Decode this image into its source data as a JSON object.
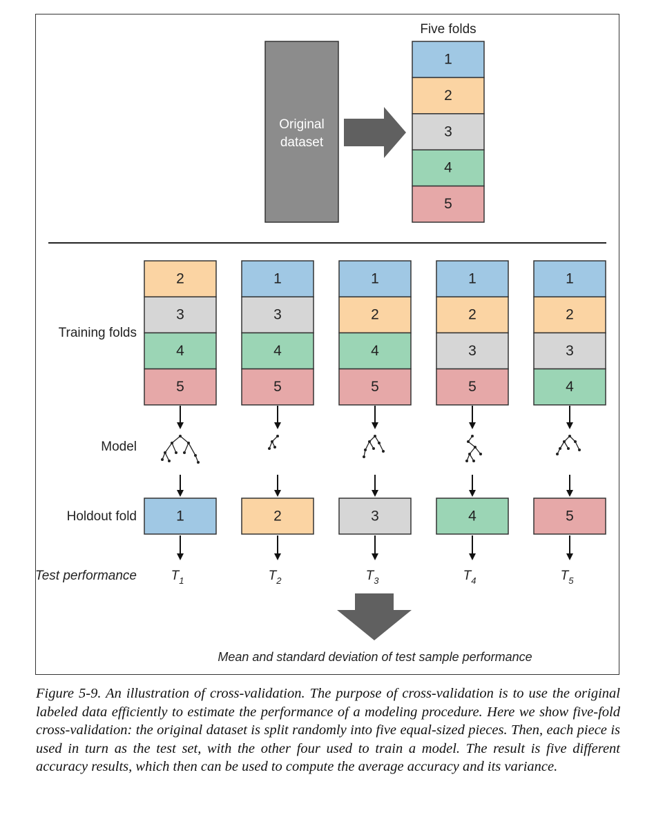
{
  "colors": {
    "fold_1": "#a0c8e4",
    "fold_2": "#fbd4a3",
    "fold_3": "#d6d6d6",
    "fold_4": "#9bd5b5",
    "fold_5": "#e6a8a8",
    "dataset": "#8c8c8c",
    "arrow": "#606060"
  },
  "header": {
    "original_dataset_line1": "Original",
    "original_dataset_line2": "dataset",
    "five_folds_title": "Five folds",
    "folds": [
      "1",
      "2",
      "3",
      "4",
      "5"
    ]
  },
  "row_labels": {
    "training": "Training folds",
    "model": "Model",
    "holdout": "Holdout fold",
    "test": "Test performance"
  },
  "iterations": [
    {
      "training": [
        "2",
        "3",
        "4",
        "5"
      ],
      "holdout": "1",
      "test_symbol": "T",
      "test_sub": "1"
    },
    {
      "training": [
        "1",
        "3",
        "4",
        "5"
      ],
      "holdout": "2",
      "test_symbol": "T",
      "test_sub": "2"
    },
    {
      "training": [
        "1",
        "2",
        "4",
        "5"
      ],
      "holdout": "3",
      "test_symbol": "T",
      "test_sub": "3"
    },
    {
      "training": [
        "1",
        "2",
        "3",
        "5"
      ],
      "holdout": "4",
      "test_symbol": "T",
      "test_sub": "4"
    },
    {
      "training": [
        "1",
        "2",
        "3",
        "4"
      ],
      "holdout": "5",
      "test_symbol": "T",
      "test_sub": "5"
    }
  ],
  "summary_label": "Mean and standard deviation of test sample performance",
  "caption": "Figure 5-9. An illustration of cross-validation. The purpose of cross-validation is to use the original labeled data efficiently to estimate the performance of a modeling procedure. Here we show five-fold cross-validation: the original dataset is split randomly into five equal-sized pieces. Then, each piece is used in turn as the test set, with the other four used to train a model. The result is five different accuracy results, which then can be used to compute the average accuracy and its variance."
}
